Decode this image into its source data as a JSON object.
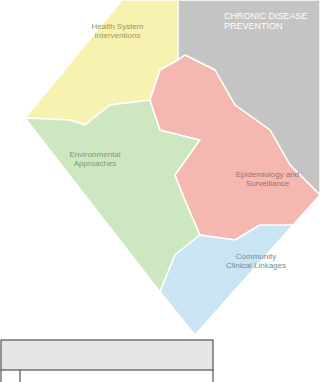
{
  "diagram": {
    "nodes": [
      {
        "text": [
          "CHRONIC DISEASE PREVENTION"
        ]
      },
      {
        "text": [
          "Health System Interventions"
        ]
      },
      {
        "text": [
          "Environmental Approaches"
        ]
      },
      {
        "text": [
          "Epidemiology and Surveillance"
        ]
      },
      {
        "text": [
          "Community Clinical Linkages"
        ]
      }
    ]
  }
}
